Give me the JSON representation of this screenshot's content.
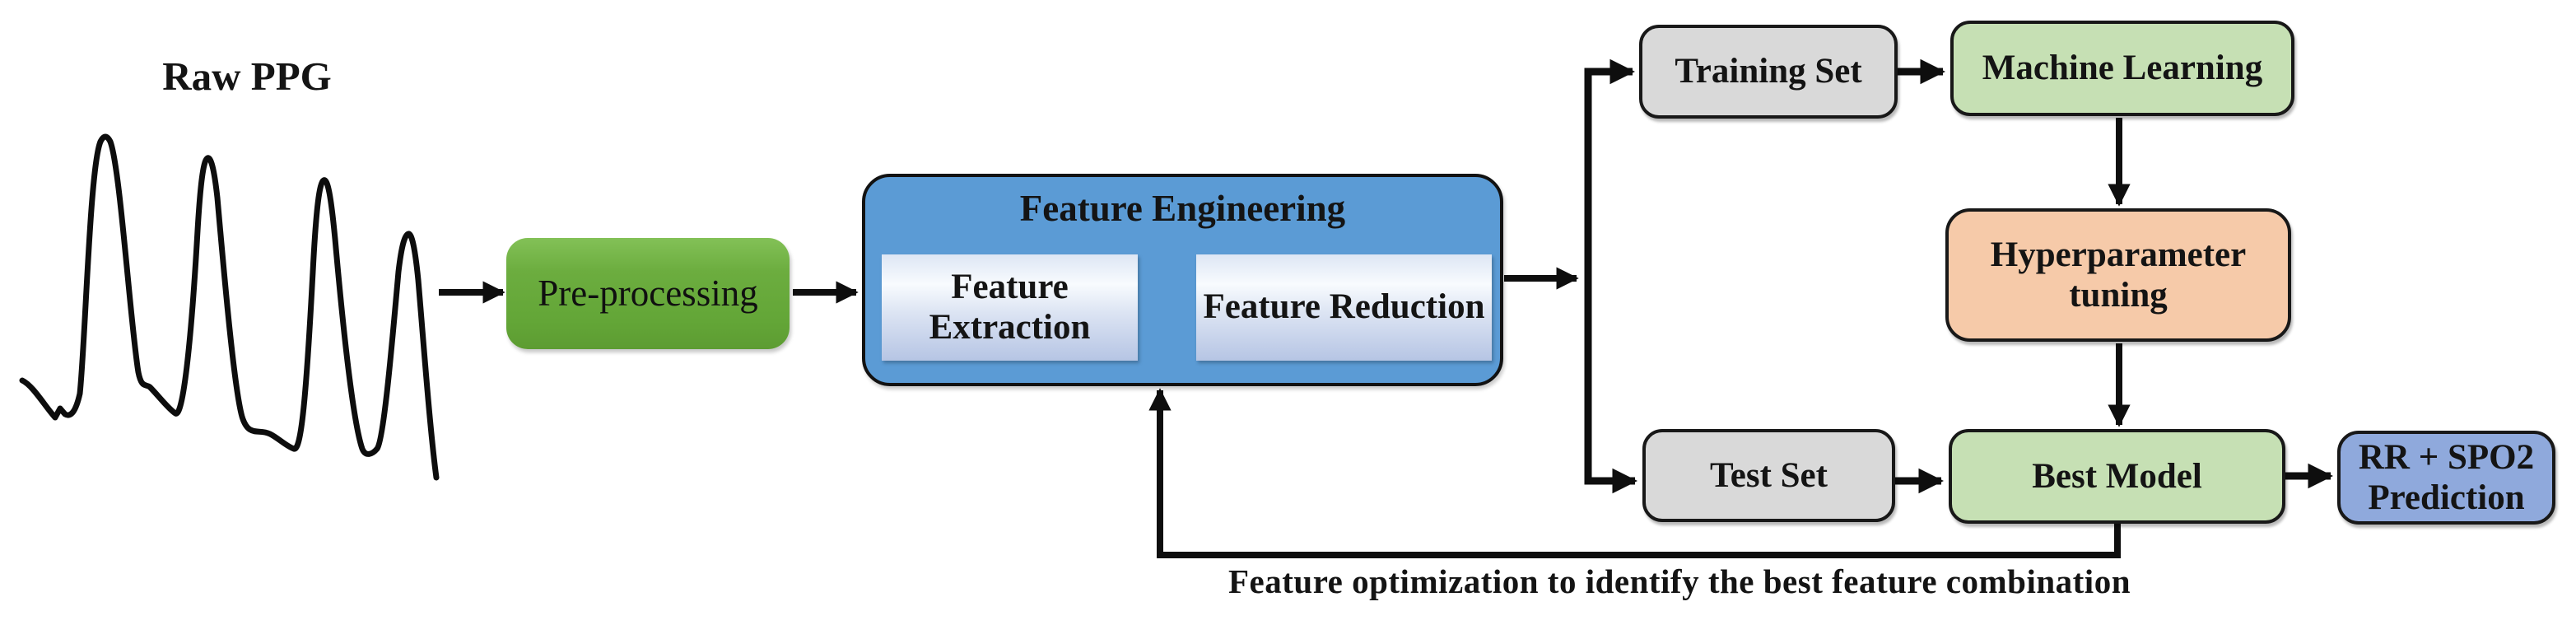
{
  "figure": {
    "title": "Raw PPG",
    "caption": "Feature optimization to identify the best feature combination"
  },
  "nodes": {
    "preprocessing": {
      "label": "Pre-processing",
      "color": "#6aad3f"
    },
    "feature_engineering": {
      "label": "Feature Engineering",
      "color": "#5b9bd5"
    },
    "feature_extraction": {
      "label": "Feature Extraction",
      "color": "#d8e1f1"
    },
    "feature_reduction": {
      "label": "Feature Reduction",
      "color": "#d8e1f1"
    },
    "training_set": {
      "label": "Training Set",
      "color": "#d9d9d9"
    },
    "machine_learning": {
      "label": "Machine Learning",
      "color": "#c6e0b4"
    },
    "hyperparameter_tuning": {
      "label": "Hyperparameter tuning",
      "color": "#f6caa9"
    },
    "test_set": {
      "label": "Test Set",
      "color": "#d9d9d9"
    },
    "best_model": {
      "label": "Best Model",
      "color": "#c6e0b4"
    },
    "rr_spo2_prediction": {
      "label": "RR + SPO2 Prediction",
      "color": "#8fa9dc"
    }
  },
  "edges": [
    {
      "from": "raw_ppg_waveform",
      "to": "preprocessing"
    },
    {
      "from": "preprocessing",
      "to": "feature_engineering"
    },
    {
      "from": "feature_extraction",
      "to": "feature_reduction"
    },
    {
      "from": "feature_engineering",
      "to": "training_set"
    },
    {
      "from": "feature_engineering",
      "to": "test_set"
    },
    {
      "from": "training_set",
      "to": "machine_learning"
    },
    {
      "from": "machine_learning",
      "to": "hyperparameter_tuning"
    },
    {
      "from": "hyperparameter_tuning",
      "to": "best_model"
    },
    {
      "from": "test_set",
      "to": "best_model"
    },
    {
      "from": "best_model",
      "to": "rr_spo2_prediction"
    },
    {
      "from": "best_model",
      "to": "feature_engineering",
      "note": "feedback loop"
    }
  ],
  "colors": {
    "line": "#0e0e0e",
    "border": "#181818",
    "background": "#ffffff"
  }
}
